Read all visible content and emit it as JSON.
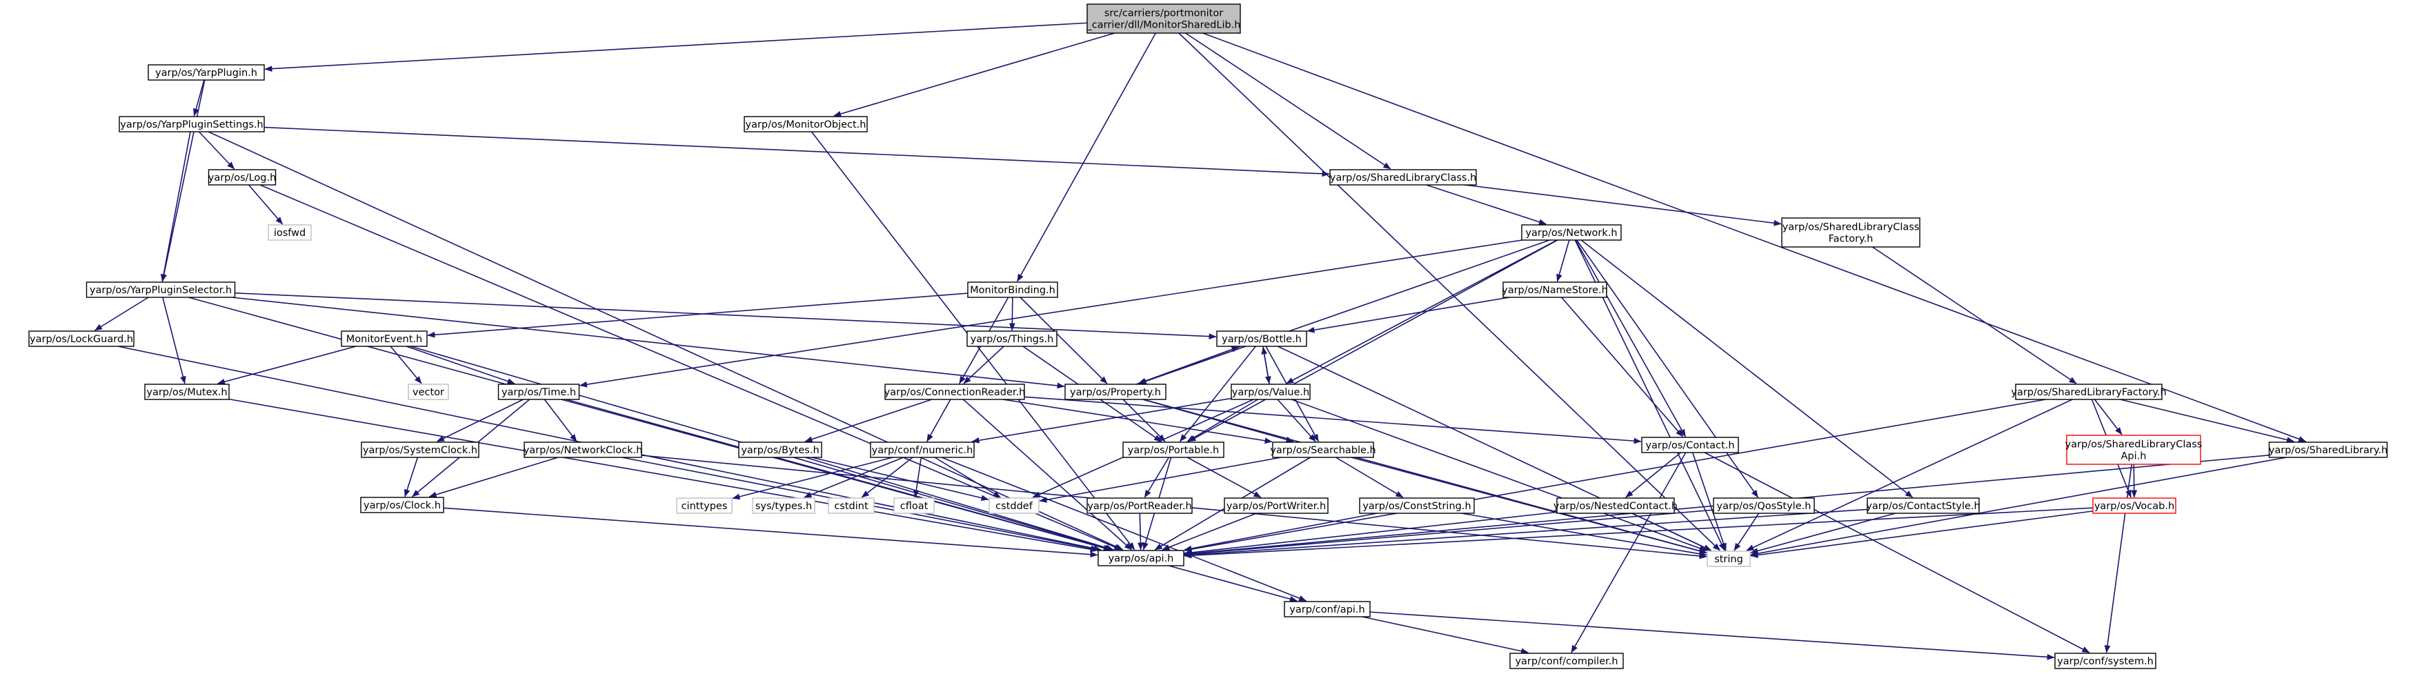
{
  "colors": {
    "edge": "#191970",
    "node_border": "#000000",
    "node_fill": "#ffffff",
    "root_fill": "#bfbfbf",
    "system_border": "#bfbfbf",
    "system_text": "#9b9b9b",
    "truncated_border": "#ff0000"
  },
  "nodes": [
    {
      "id": "root",
      "lines": [
        "src/carriers/portmonitor",
        "_carrier/dll/MonitorSharedLib.h"
      ],
      "style": "root"
    },
    {
      "id": "YarpPlugin",
      "lines": [
        "yarp/os/YarpPlugin.h"
      ],
      "style": "normal"
    },
    {
      "id": "YarpPluginSettings",
      "lines": [
        "yarp/os/YarpPluginSettings.h"
      ],
      "style": "normal"
    },
    {
      "id": "Log",
      "lines": [
        "yarp/os/Log.h"
      ],
      "style": "normal"
    },
    {
      "id": "iosfwd",
      "lines": [
        "iosfwd"
      ],
      "style": "system"
    },
    {
      "id": "MonitorObject",
      "lines": [
        "yarp/os/MonitorObject.h"
      ],
      "style": "normal"
    },
    {
      "id": "SharedLibraryClass",
      "lines": [
        "yarp/os/SharedLibraryClass.h"
      ],
      "style": "normal"
    },
    {
      "id": "SharedLibraryClassFactory",
      "lines": [
        "yarp/os/SharedLibraryClass",
        "Factory.h"
      ],
      "style": "normal"
    },
    {
      "id": "Network",
      "lines": [
        "yarp/os/Network.h"
      ],
      "style": "normal"
    },
    {
      "id": "YarpPluginSelector",
      "lines": [
        "yarp/os/YarpPluginSelector.h"
      ],
      "style": "normal"
    },
    {
      "id": "MonitorBinding",
      "lines": [
        "MonitorBinding.h"
      ],
      "style": "normal"
    },
    {
      "id": "NameStore",
      "lines": [
        "yarp/os/NameStore.h"
      ],
      "style": "normal"
    },
    {
      "id": "LockGuard",
      "lines": [
        "yarp/os/LockGuard.h"
      ],
      "style": "normal"
    },
    {
      "id": "MonitorEvent",
      "lines": [
        "MonitorEvent.h"
      ],
      "style": "normal"
    },
    {
      "id": "Things",
      "lines": [
        "yarp/os/Things.h"
      ],
      "style": "normal"
    },
    {
      "id": "Bottle",
      "lines": [
        "yarp/os/Bottle.h"
      ],
      "style": "normal"
    },
    {
      "id": "vector",
      "lines": [
        "vector"
      ],
      "style": "system"
    },
    {
      "id": "Mutex",
      "lines": [
        "yarp/os/Mutex.h"
      ],
      "style": "normal"
    },
    {
      "id": "Time",
      "lines": [
        "yarp/os/Time.h"
      ],
      "style": "normal"
    },
    {
      "id": "ConnectionReader",
      "lines": [
        "yarp/os/ConnectionReader.h"
      ],
      "style": "normal"
    },
    {
      "id": "Property",
      "lines": [
        "yarp/os/Property.h"
      ],
      "style": "normal"
    },
    {
      "id": "Value",
      "lines": [
        "yarp/os/Value.h"
      ],
      "style": "normal"
    },
    {
      "id": "SharedLibraryFactory",
      "lines": [
        "yarp/os/SharedLibraryFactory.h"
      ],
      "style": "normal"
    },
    {
      "id": "Contact",
      "lines": [
        "yarp/os/Contact.h"
      ],
      "style": "normal"
    },
    {
      "id": "SystemClock",
      "lines": [
        "yarp/os/SystemClock.h"
      ],
      "style": "normal"
    },
    {
      "id": "NetworkClock",
      "lines": [
        "yarp/os/NetworkClock.h"
      ],
      "style": "normal"
    },
    {
      "id": "Bytes",
      "lines": [
        "yarp/os/Bytes.h"
      ],
      "style": "normal"
    },
    {
      "id": "numeric",
      "lines": [
        "yarp/conf/numeric.h"
      ],
      "style": "normal"
    },
    {
      "id": "Portable",
      "lines": [
        "yarp/os/Portable.h"
      ],
      "style": "normal"
    },
    {
      "id": "Searchable",
      "lines": [
        "yarp/os/Searchable.h"
      ],
      "style": "normal"
    },
    {
      "id": "SharedLibraryClassApi",
      "lines": [
        "yarp/os/SharedLibraryClass",
        "Api.h"
      ],
      "style": "truncated"
    },
    {
      "id": "SharedLibrary",
      "lines": [
        "yarp/os/SharedLibrary.h"
      ],
      "style": "normal"
    },
    {
      "id": "Clock",
      "lines": [
        "yarp/os/Clock.h"
      ],
      "style": "normal"
    },
    {
      "id": "cinttypes",
      "lines": [
        "cinttypes"
      ],
      "style": "system"
    },
    {
      "id": "systypes",
      "lines": [
        "sys/types.h"
      ],
      "style": "system"
    },
    {
      "id": "cstdint",
      "lines": [
        "cstdint"
      ],
      "style": "system"
    },
    {
      "id": "cfloat",
      "lines": [
        "cfloat"
      ],
      "style": "system"
    },
    {
      "id": "cstddef",
      "lines": [
        "cstddef"
      ],
      "style": "system"
    },
    {
      "id": "PortReader",
      "lines": [
        "yarp/os/PortReader.h"
      ],
      "style": "normal"
    },
    {
      "id": "PortWriter",
      "lines": [
        "yarp/os/PortWriter.h"
      ],
      "style": "normal"
    },
    {
      "id": "ConstString",
      "lines": [
        "yarp/os/ConstString.h"
      ],
      "style": "normal"
    },
    {
      "id": "NestedContact",
      "lines": [
        "yarp/os/NestedContact.h"
      ],
      "style": "normal"
    },
    {
      "id": "QosStyle",
      "lines": [
        "yarp/os/QosStyle.h"
      ],
      "style": "normal"
    },
    {
      "id": "ContactStyle",
      "lines": [
        "yarp/os/ContactStyle.h"
      ],
      "style": "normal"
    },
    {
      "id": "Vocab",
      "lines": [
        "yarp/os/Vocab.h"
      ],
      "style": "truncated"
    },
    {
      "id": "api",
      "lines": [
        "yarp/os/api.h"
      ],
      "style": "normal"
    },
    {
      "id": "string",
      "lines": [
        "string"
      ],
      "style": "system"
    },
    {
      "id": "confapi",
      "lines": [
        "yarp/conf/api.h"
      ],
      "style": "normal"
    },
    {
      "id": "compiler",
      "lines": [
        "yarp/conf/compiler.h"
      ],
      "style": "normal"
    },
    {
      "id": "system",
      "lines": [
        "yarp/conf/system.h"
      ],
      "style": "normal"
    }
  ],
  "edges": [
    [
      "root",
      "YarpPlugin"
    ],
    [
      "root",
      "MonitorObject"
    ],
    [
      "root",
      "MonitorBinding"
    ],
    [
      "root",
      "SharedLibraryClass"
    ],
    [
      "root",
      "SharedLibrary"
    ],
    [
      "root",
      "string"
    ],
    [
      "YarpPlugin",
      "YarpPluginSettings"
    ],
    [
      "YarpPlugin",
      "YarpPluginSelector"
    ],
    [
      "YarpPluginSettings",
      "Log"
    ],
    [
      "YarpPluginSettings",
      "YarpPluginSelector"
    ],
    [
      "YarpPluginSettings",
      "SharedLibraryClass"
    ],
    [
      "YarpPluginSettings",
      "api"
    ],
    [
      "Log",
      "iosfwd"
    ],
    [
      "Log",
      "api"
    ],
    [
      "MonitorObject",
      "api"
    ],
    [
      "SharedLibraryClass",
      "Network"
    ],
    [
      "SharedLibraryClass",
      "SharedLibraryClassFactory"
    ],
    [
      "SharedLibraryClassFactory",
      "SharedLibraryFactory"
    ],
    [
      "Network",
      "NameStore"
    ],
    [
      "Network",
      "Property"
    ],
    [
      "Network",
      "Value"
    ],
    [
      "Network",
      "Contact"
    ],
    [
      "Network",
      "Portable"
    ],
    [
      "Network",
      "QosStyle"
    ],
    [
      "Network",
      "ContactStyle"
    ],
    [
      "Network",
      "Time"
    ],
    [
      "Network",
      "string"
    ],
    [
      "YarpPluginSelector",
      "LockGuard"
    ],
    [
      "YarpPluginSelector",
      "Mutex"
    ],
    [
      "YarpPluginSelector",
      "Bottle"
    ],
    [
      "YarpPluginSelector",
      "Property"
    ],
    [
      "YarpPluginSelector",
      "api"
    ],
    [
      "MonitorBinding",
      "MonitorEvent"
    ],
    [
      "MonitorBinding",
      "Things"
    ],
    [
      "MonitorBinding",
      "ConnectionReader"
    ],
    [
      "MonitorBinding",
      "Property"
    ],
    [
      "NameStore",
      "Bottle"
    ],
    [
      "NameStore",
      "Contact"
    ],
    [
      "LockGuard",
      "api"
    ],
    [
      "MonitorEvent",
      "vector"
    ],
    [
      "MonitorEvent",
      "Mutex"
    ],
    [
      "MonitorEvent",
      "Time"
    ],
    [
      "MonitorEvent",
      "api"
    ],
    [
      "Things",
      "ConnectionReader"
    ],
    [
      "Things",
      "Portable"
    ],
    [
      "Bottle",
      "Property"
    ],
    [
      "Bottle",
      "Value"
    ],
    [
      "Bottle",
      "Portable"
    ],
    [
      "Bottle",
      "Searchable"
    ],
    [
      "Bottle",
      "string"
    ],
    [
      "Mutex",
      "api"
    ],
    [
      "Time",
      "SystemClock"
    ],
    [
      "Time",
      "NetworkClock"
    ],
    [
      "Time",
      "Clock"
    ],
    [
      "Time",
      "api"
    ],
    [
      "ConnectionReader",
      "Bytes"
    ],
    [
      "ConnectionReader",
      "numeric"
    ],
    [
      "ConnectionReader",
      "Contact"
    ],
    [
      "ConnectionReader",
      "Searchable"
    ],
    [
      "ConnectionReader",
      "api"
    ],
    [
      "Property",
      "Bottle"
    ],
    [
      "Property",
      "Portable"
    ],
    [
      "Property",
      "Searchable"
    ],
    [
      "Property",
      "string"
    ],
    [
      "Value",
      "Bottle"
    ],
    [
      "Value",
      "Portable"
    ],
    [
      "Value",
      "Searchable"
    ],
    [
      "Value",
      "numeric"
    ],
    [
      "Value",
      "cstddef"
    ],
    [
      "Value",
      "string"
    ],
    [
      "SharedLibraryFactory",
      "SharedLibraryClassApi"
    ],
    [
      "SharedLibraryFactory",
      "SharedLibrary"
    ],
    [
      "SharedLibraryFactory",
      "Vocab"
    ],
    [
      "SharedLibraryFactory",
      "string"
    ],
    [
      "SharedLibraryFactory",
      "api"
    ],
    [
      "Contact",
      "NestedContact"
    ],
    [
      "Contact",
      "string"
    ],
    [
      "Contact",
      "compiler"
    ],
    [
      "Contact",
      "system"
    ],
    [
      "SystemClock",
      "Clock"
    ],
    [
      "NetworkClock",
      "Clock"
    ],
    [
      "NetworkClock",
      "api"
    ],
    [
      "NetworkClock",
      "string"
    ],
    [
      "Bytes",
      "cstddef"
    ],
    [
      "Bytes",
      "api"
    ],
    [
      "numeric",
      "cinttypes"
    ],
    [
      "numeric",
      "systypes"
    ],
    [
      "numeric",
      "cstdint"
    ],
    [
      "numeric",
      "cfloat"
    ],
    [
      "numeric",
      "cstddef"
    ],
    [
      "numeric",
      "confapi"
    ],
    [
      "Portable",
      "PortReader"
    ],
    [
      "Portable",
      "PortWriter"
    ],
    [
      "Portable",
      "api"
    ],
    [
      "Searchable",
      "ConstString"
    ],
    [
      "Searchable",
      "cstddef"
    ],
    [
      "Searchable",
      "api"
    ],
    [
      "Searchable",
      "string"
    ],
    [
      "SharedLibraryClassApi",
      "Vocab"
    ],
    [
      "SharedLibraryClassApi",
      "system"
    ],
    [
      "SharedLibrary",
      "api"
    ],
    [
      "SharedLibrary",
      "string"
    ],
    [
      "Clock",
      "api"
    ],
    [
      "PortReader",
      "api"
    ],
    [
      "PortWriter",
      "api"
    ],
    [
      "ConstString",
      "api"
    ],
    [
      "ConstString",
      "string"
    ],
    [
      "NestedContact",
      "api"
    ],
    [
      "NestedContact",
      "string"
    ],
    [
      "QosStyle",
      "api"
    ],
    [
      "QosStyle",
      "string"
    ],
    [
      "ContactStyle",
      "api"
    ],
    [
      "ContactStyle",
      "string"
    ],
    [
      "Vocab",
      "api"
    ],
    [
      "Vocab",
      "string"
    ],
    [
      "api",
      "confapi"
    ],
    [
      "confapi",
      "compiler"
    ],
    [
      "confapi",
      "system"
    ]
  ]
}
